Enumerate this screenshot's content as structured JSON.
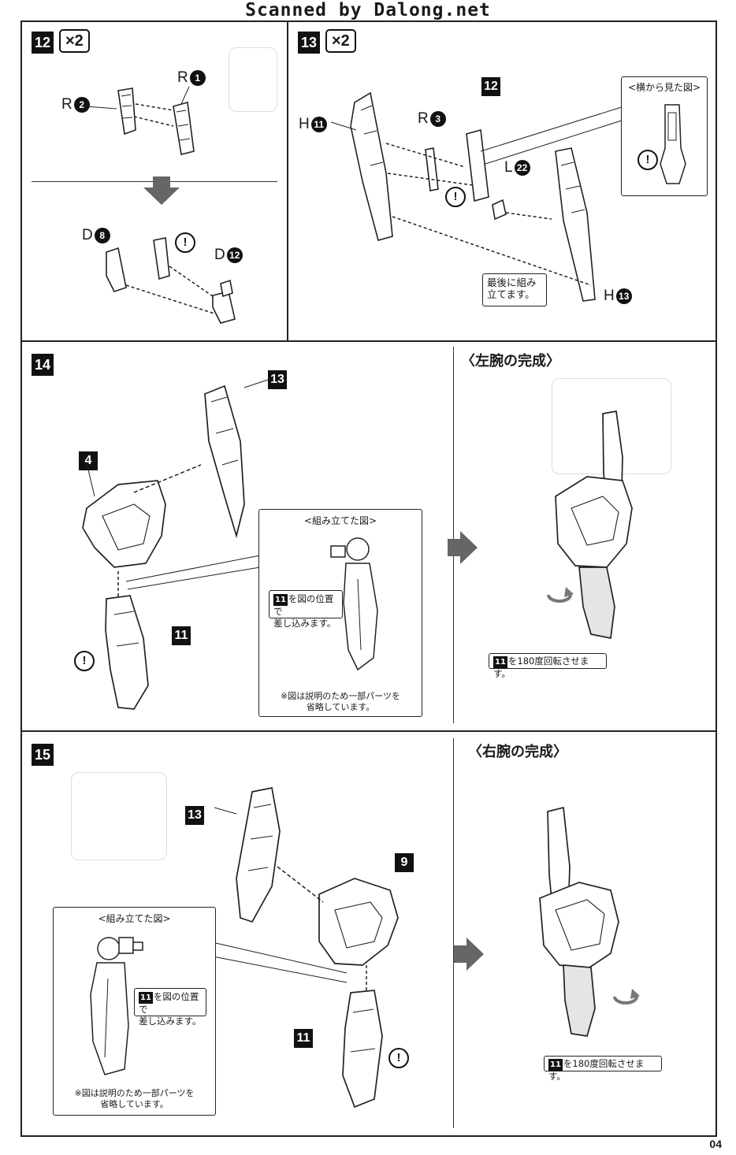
{
  "header": {
    "scan_credit": "Scanned by Dalong.net"
  },
  "steps": {
    "s12": {
      "number": "12",
      "multiplier": "×2",
      "parts": {
        "r1": {
          "letter": "R",
          "num": "1"
        },
        "r2": {
          "letter": "R",
          "num": "2"
        },
        "d8": {
          "letter": "D",
          "num": "8"
        },
        "d12": {
          "letter": "D",
          "num": "12"
        }
      }
    },
    "s13": {
      "number": "13",
      "multiplier": "×2",
      "parts": {
        "h11": {
          "letter": "H",
          "num": "11"
        },
        "r3": {
          "letter": "R",
          "num": "3"
        },
        "l22": {
          "letter": "L",
          "num": "22"
        },
        "h13": {
          "letter": "H",
          "num": "13"
        }
      },
      "sub_assembly": "12",
      "side_view_title": "<横から見た図>",
      "note": [
        "最後に組み",
        "立てます。"
      ]
    },
    "s14": {
      "number": "14",
      "sub_left": "4",
      "sub_top": "13",
      "sub_bottom": "11",
      "inset_title": "<組み立てた図>",
      "inset_note": {
        "badge": "11",
        "lines": [
          "を図の位置で",
          "差し込みます。"
        ]
      },
      "inset_caption": [
        "※図は説明のため一部パーツを",
        "省略しています。"
      ],
      "result_title": "〈左腕の完成〉",
      "rotate_note": {
        "badge": "11",
        "text": "を180度回転させます。"
      }
    },
    "s15": {
      "number": "15",
      "sub_top": "13",
      "sub_right": "9",
      "sub_bottom": "11",
      "inset_title": "<組み立てた図>",
      "inset_note": {
        "badge": "11",
        "lines": [
          "を図の位置で",
          "差し込みます。"
        ]
      },
      "inset_caption": [
        "※図は説明のため一部パーツを",
        "省略しています。"
      ],
      "result_title": "〈右腕の完成〉",
      "rotate_note": {
        "badge": "11",
        "text": "を180度回転させます。"
      }
    }
  },
  "warning_symbol": "!",
  "icons": [
    "down-arrow-icon",
    "right-arrow-icon",
    "rotate-arrow-icon",
    "warning-icon"
  ],
  "page": {
    "number": "04"
  }
}
